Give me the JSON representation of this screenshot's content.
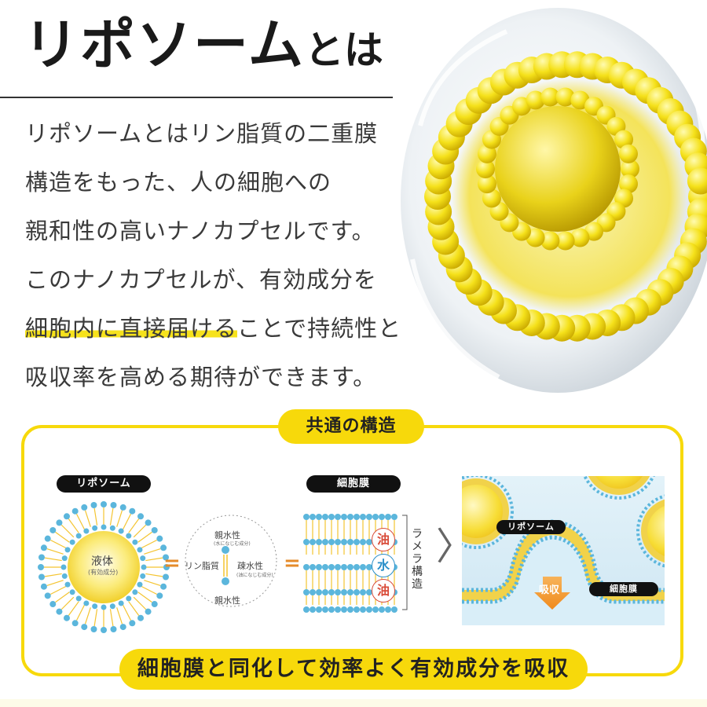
{
  "header": {
    "title_main": "リポソーム",
    "title_sub": "とは"
  },
  "body_lines": [
    {
      "text": "リポソームとはリン脂質の二重膜"
    },
    {
      "text": "構造をもった、人の細胞への"
    },
    {
      "text": "親和性の高いナノカプセルです。"
    },
    {
      "text": "このナノカプセルが、有効成分を"
    },
    {
      "highlight": "細胞内に直接届ける",
      "text": "ことで持続性と"
    },
    {
      "text": "吸収率を高める期待ができます。"
    }
  ],
  "section": {
    "badge": "共通の構造",
    "summary": "細胞膜と同化して効率よく有効成分を吸収"
  },
  "diagram": {
    "liposome_tag": "リポソーム",
    "liposome_inner": "液体",
    "liposome_inner_note": "(有効成分)",
    "equals_1": "=",
    "equals_2": "=",
    "molecule_top": "親水性",
    "molecule_top_note": "(水になじむ成分)",
    "molecule_left": "リン脂質",
    "molecule_right": "疎水性",
    "molecule_right_note": "(油になじむ成分)",
    "molecule_bottom": "親水性",
    "membrane_tag": "細胞膜",
    "layer_labels": [
      "油",
      "水",
      "油"
    ],
    "lamella": "ラメラ構造",
    "chevron": "〉",
    "panel_liposome": "リポソーム",
    "panel_absorb": "吸収",
    "panel_membrane": "細胞膜"
  },
  "colors": {
    "accent": "#f7d90b",
    "highlight": "#f6e21c",
    "head_blue": "#5bb6dc",
    "tail_yellow": "#f4c430",
    "oil_red": "#d94c3a",
    "water_blue": "#2a8fc9",
    "orange": "#e58b2a"
  }
}
